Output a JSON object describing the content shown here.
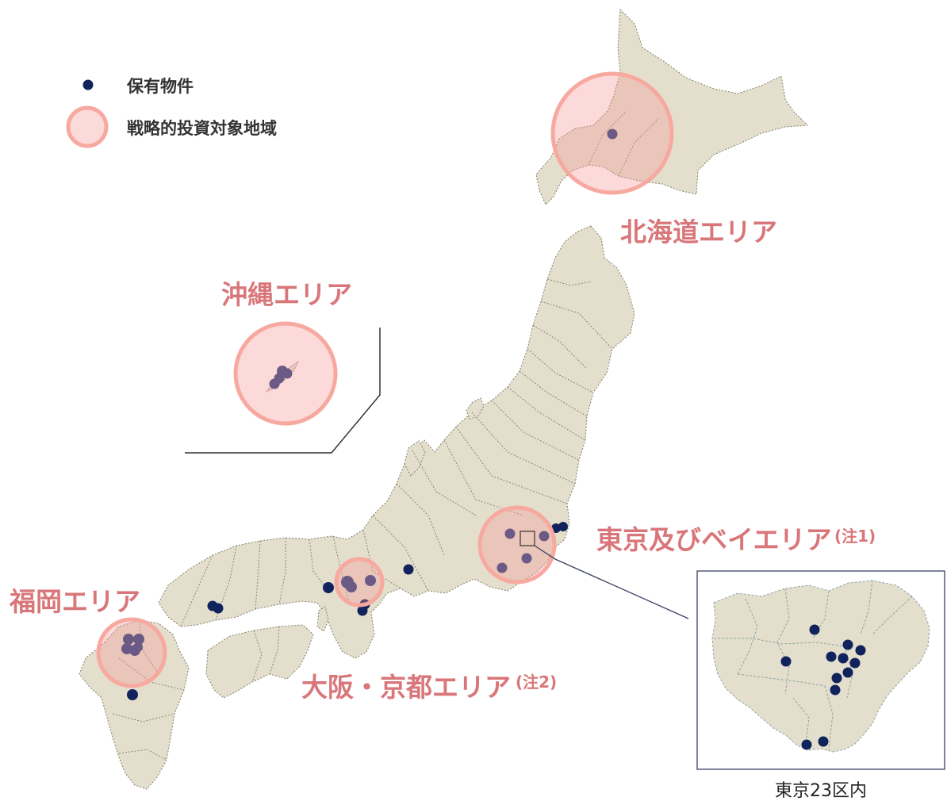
{
  "legend": {
    "owned_properties": "保有物件",
    "strategic_area": "戦略的投資対象地域"
  },
  "areas": {
    "hokkaido": "北海道エリア",
    "okinawa": "沖縄エリア",
    "tokyo": "東京及びベイエリア",
    "tokyo_note": "(注1)",
    "fukuoka": "福岡エリア",
    "osaka_kyoto": "大阪・京都エリア",
    "osaka_kyoto_note": "(注2)"
  },
  "inset": {
    "caption": "東京23区内"
  },
  "colors": {
    "property_dot": "#11235c",
    "strategic_ring": "#f7a9a0",
    "area_label": "#d9767a",
    "land": "#e3dfcc"
  }
}
